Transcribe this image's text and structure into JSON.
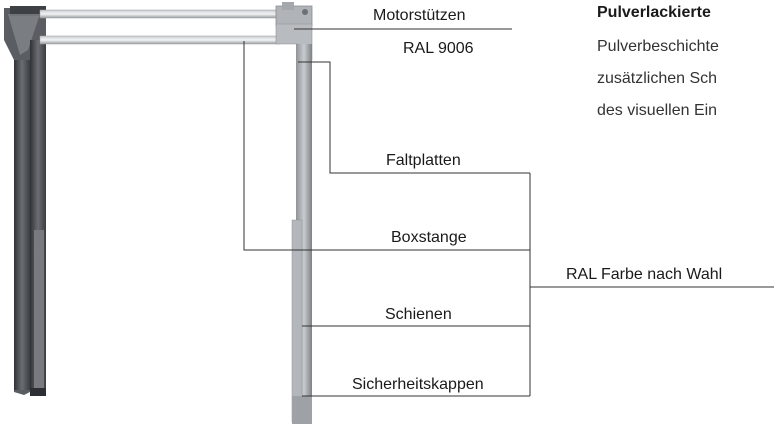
{
  "callouts": {
    "motorstuetzen": "Motorstützen",
    "ral9006": "RAL 9006",
    "faltplatten": "Faltplatten",
    "boxstange": "Boxstange",
    "schienen": "Schienen",
    "sicherheitskappen": "Sicherheitskappen",
    "ral_farbe": "RAL Farbe nach Wahl"
  },
  "info": {
    "heading": "Pulverlackierte",
    "lines": [
      "Pulverbeschichte",
      "zusätzlichen Sch",
      "des visuellen Ein"
    ]
  },
  "colors": {
    "frame": "#a9adb1",
    "frame_dark": "#55595d",
    "line": "#333333"
  }
}
